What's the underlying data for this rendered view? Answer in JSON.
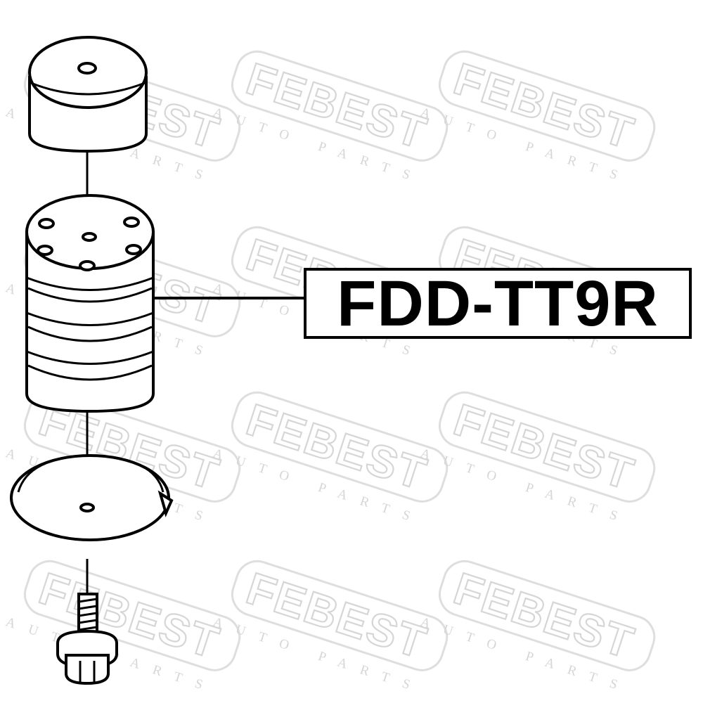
{
  "watermark": {
    "brand": "FEBEST",
    "tagline": "AUTO PARTS"
  },
  "part": {
    "number": "FDD-TT9R"
  },
  "colors": {
    "ink": "#000000",
    "watermark": "#d6d6d6",
    "background": "#ffffff"
  }
}
